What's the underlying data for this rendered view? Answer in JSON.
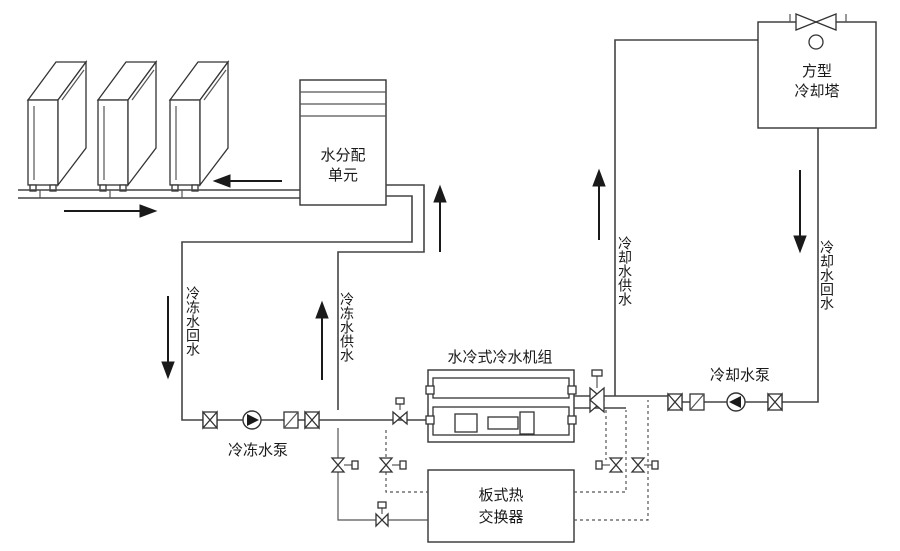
{
  "labels": {
    "water_distribution_unit": [
      "水分配",
      "单元"
    ],
    "square_cooling_tower": [
      "方型",
      "冷却塔"
    ],
    "water_cooled_chiller": "水冷式冷水机组",
    "plate_heat_exchanger": [
      "板式热",
      "交换器"
    ],
    "chilled_water_pump": "冷冻水泵",
    "cooling_water_pump": "冷却水泵",
    "chilled_water_return": "冷冻水回水",
    "chilled_water_supply": "冷冻水供水",
    "cooling_water_supply": "冷却水供水",
    "cooling_water_return": "冷却水回水"
  }
}
